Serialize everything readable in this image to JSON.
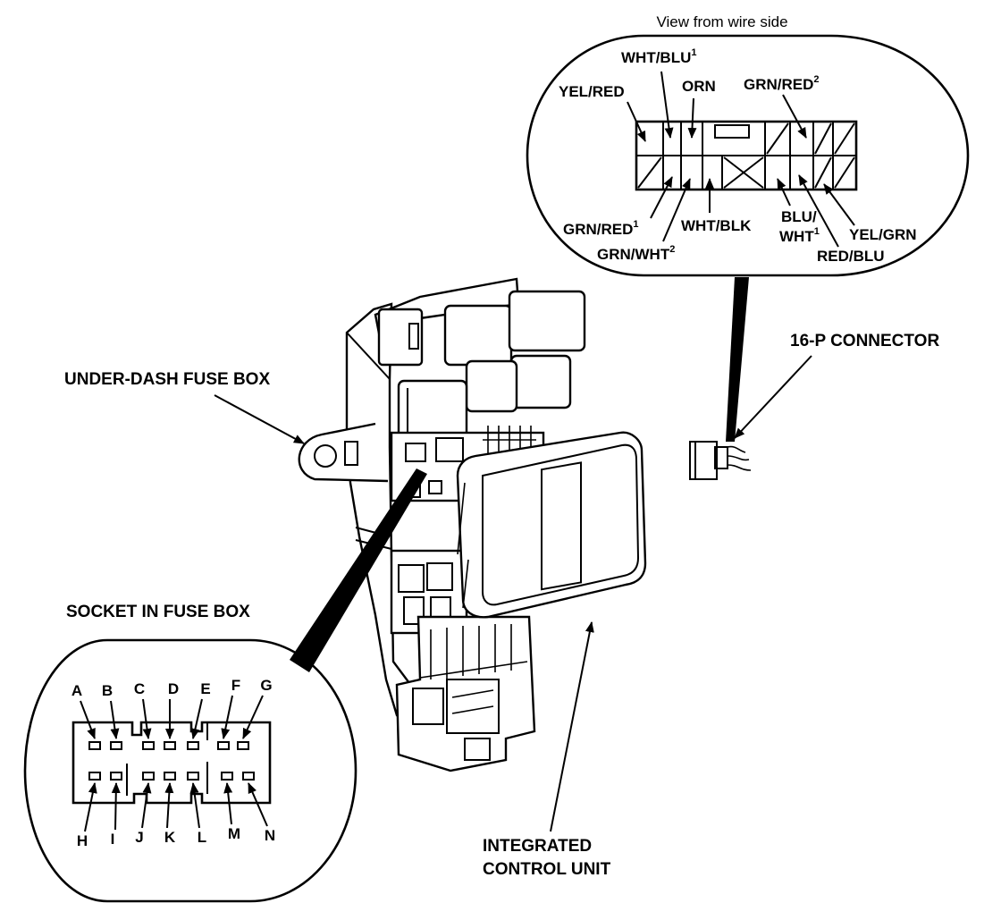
{
  "connector_view": {
    "caption": "View from wire side",
    "top_wires": [
      {
        "id": "yel-red",
        "label": "YEL/RED",
        "sup": ""
      },
      {
        "id": "wht-blu",
        "label": "WHT/BLU",
        "sup": "1"
      },
      {
        "id": "orn",
        "label": "ORN",
        "sup": ""
      },
      {
        "id": "grn-red-2",
        "label": "GRN/RED",
        "sup": "2"
      }
    ],
    "bottom_wires": [
      {
        "id": "grn-red-1",
        "label": "GRN/RED",
        "sup": "1"
      },
      {
        "id": "wht-blk",
        "label": "WHT/BLK",
        "sup": ""
      },
      {
        "id": "grn-wht",
        "label": "GRN/WHT",
        "sup": "2"
      },
      {
        "id": "blu",
        "label": "BLU/",
        "sup": ""
      },
      {
        "id": "wht",
        "label": "WHT",
        "sup": "1"
      },
      {
        "id": "yel-grn",
        "label": "YEL/GRN",
        "sup": ""
      },
      {
        "id": "red-blu",
        "label": "RED/BLU",
        "sup": ""
      }
    ]
  },
  "callouts": {
    "connector_16p": "16-P CONNECTOR",
    "under_dash_fuse_box": "UNDER-DASH FUSE BOX",
    "socket_in_fuse_box": "SOCKET IN FUSE BOX",
    "integrated_line1": "INTEGRATED",
    "integrated_line2": "CONTROL UNIT"
  },
  "socket_pins": {
    "top": [
      "A",
      "B",
      "C",
      "D",
      "E",
      "F",
      "G"
    ],
    "bottom": [
      "H",
      "I",
      "J",
      "K",
      "L",
      "M",
      "N"
    ]
  }
}
